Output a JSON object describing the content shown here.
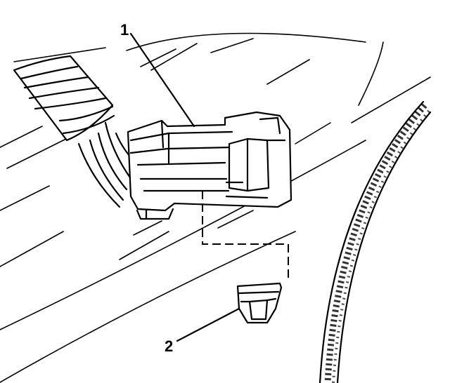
{
  "callouts": [
    {
      "id": 1,
      "label": "1"
    },
    {
      "id": 2,
      "label": "2"
    }
  ],
  "colors": {
    "ink": "#000000",
    "paper": "#ffffff"
  }
}
